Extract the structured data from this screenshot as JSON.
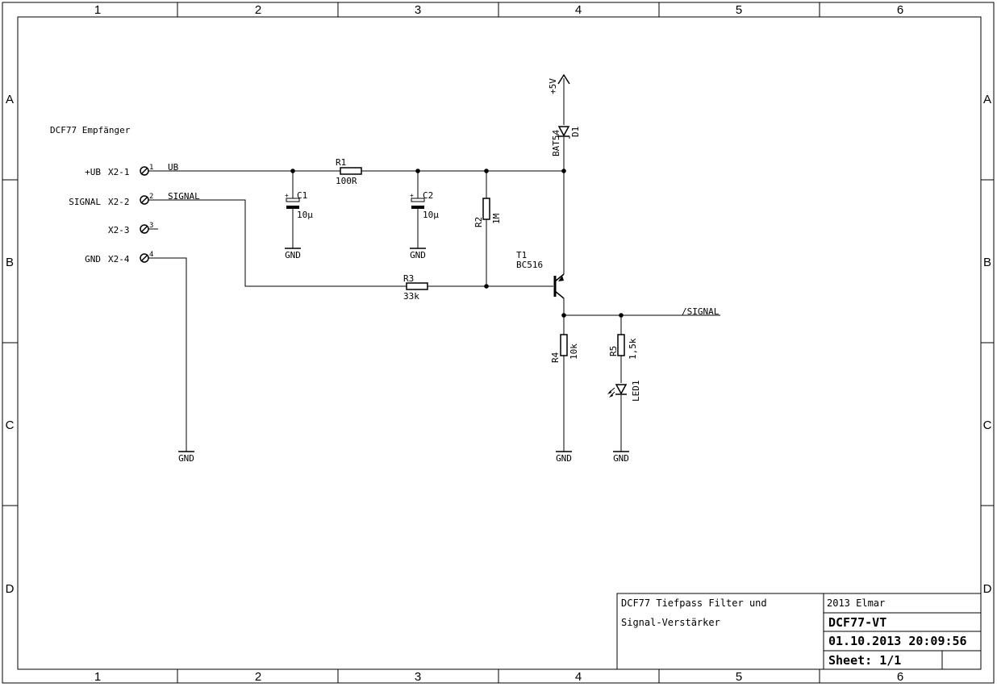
{
  "frame": {
    "columns": [
      "1",
      "2",
      "3",
      "4",
      "5",
      "6"
    ],
    "rows": [
      "A",
      "B",
      "C",
      "D"
    ]
  },
  "schematic": {
    "title_note": "DCF77 Empfänger",
    "connector": [
      {
        "label": "+UB",
        "ref": "X2-1",
        "pin": "1",
        "net": "UB"
      },
      {
        "label": "SIGNAL",
        "ref": "X2-2",
        "pin": "2",
        "net": "SIGNAL"
      },
      {
        "label": "",
        "ref": "X2-3",
        "pin": "3",
        "net": ""
      },
      {
        "label": "GND",
        "ref": "X2-4",
        "pin": "4",
        "net": ""
      }
    ],
    "components": {
      "r1": {
        "ref": "R1",
        "value": "100R"
      },
      "r2": {
        "ref": "R2",
        "value": "1M"
      },
      "r3": {
        "ref": "R3",
        "value": "33k"
      },
      "r4": {
        "ref": "R4",
        "value": "10k"
      },
      "r5": {
        "ref": "R5",
        "value": "1,5k"
      },
      "c1": {
        "ref": "C1",
        "value": "10µ"
      },
      "c2": {
        "ref": "C2",
        "value": "10µ"
      },
      "d1": {
        "ref": "D1",
        "value": "BAT54"
      },
      "t1": {
        "ref": "T1",
        "value": "BC516"
      },
      "led1": {
        "ref": "LED1"
      }
    },
    "supply": "+5V",
    "ground": "GND",
    "output_net": "/SIGNAL"
  },
  "title_block": {
    "description_line1": "DCF77 Tiefpass Filter und",
    "description_line2": "Signal-Verstärker",
    "author": "2013 Elmar",
    "name": "DCF77-VT",
    "date": "01.10.2013 20:09:56",
    "sheet": "Sheet: 1/1"
  }
}
